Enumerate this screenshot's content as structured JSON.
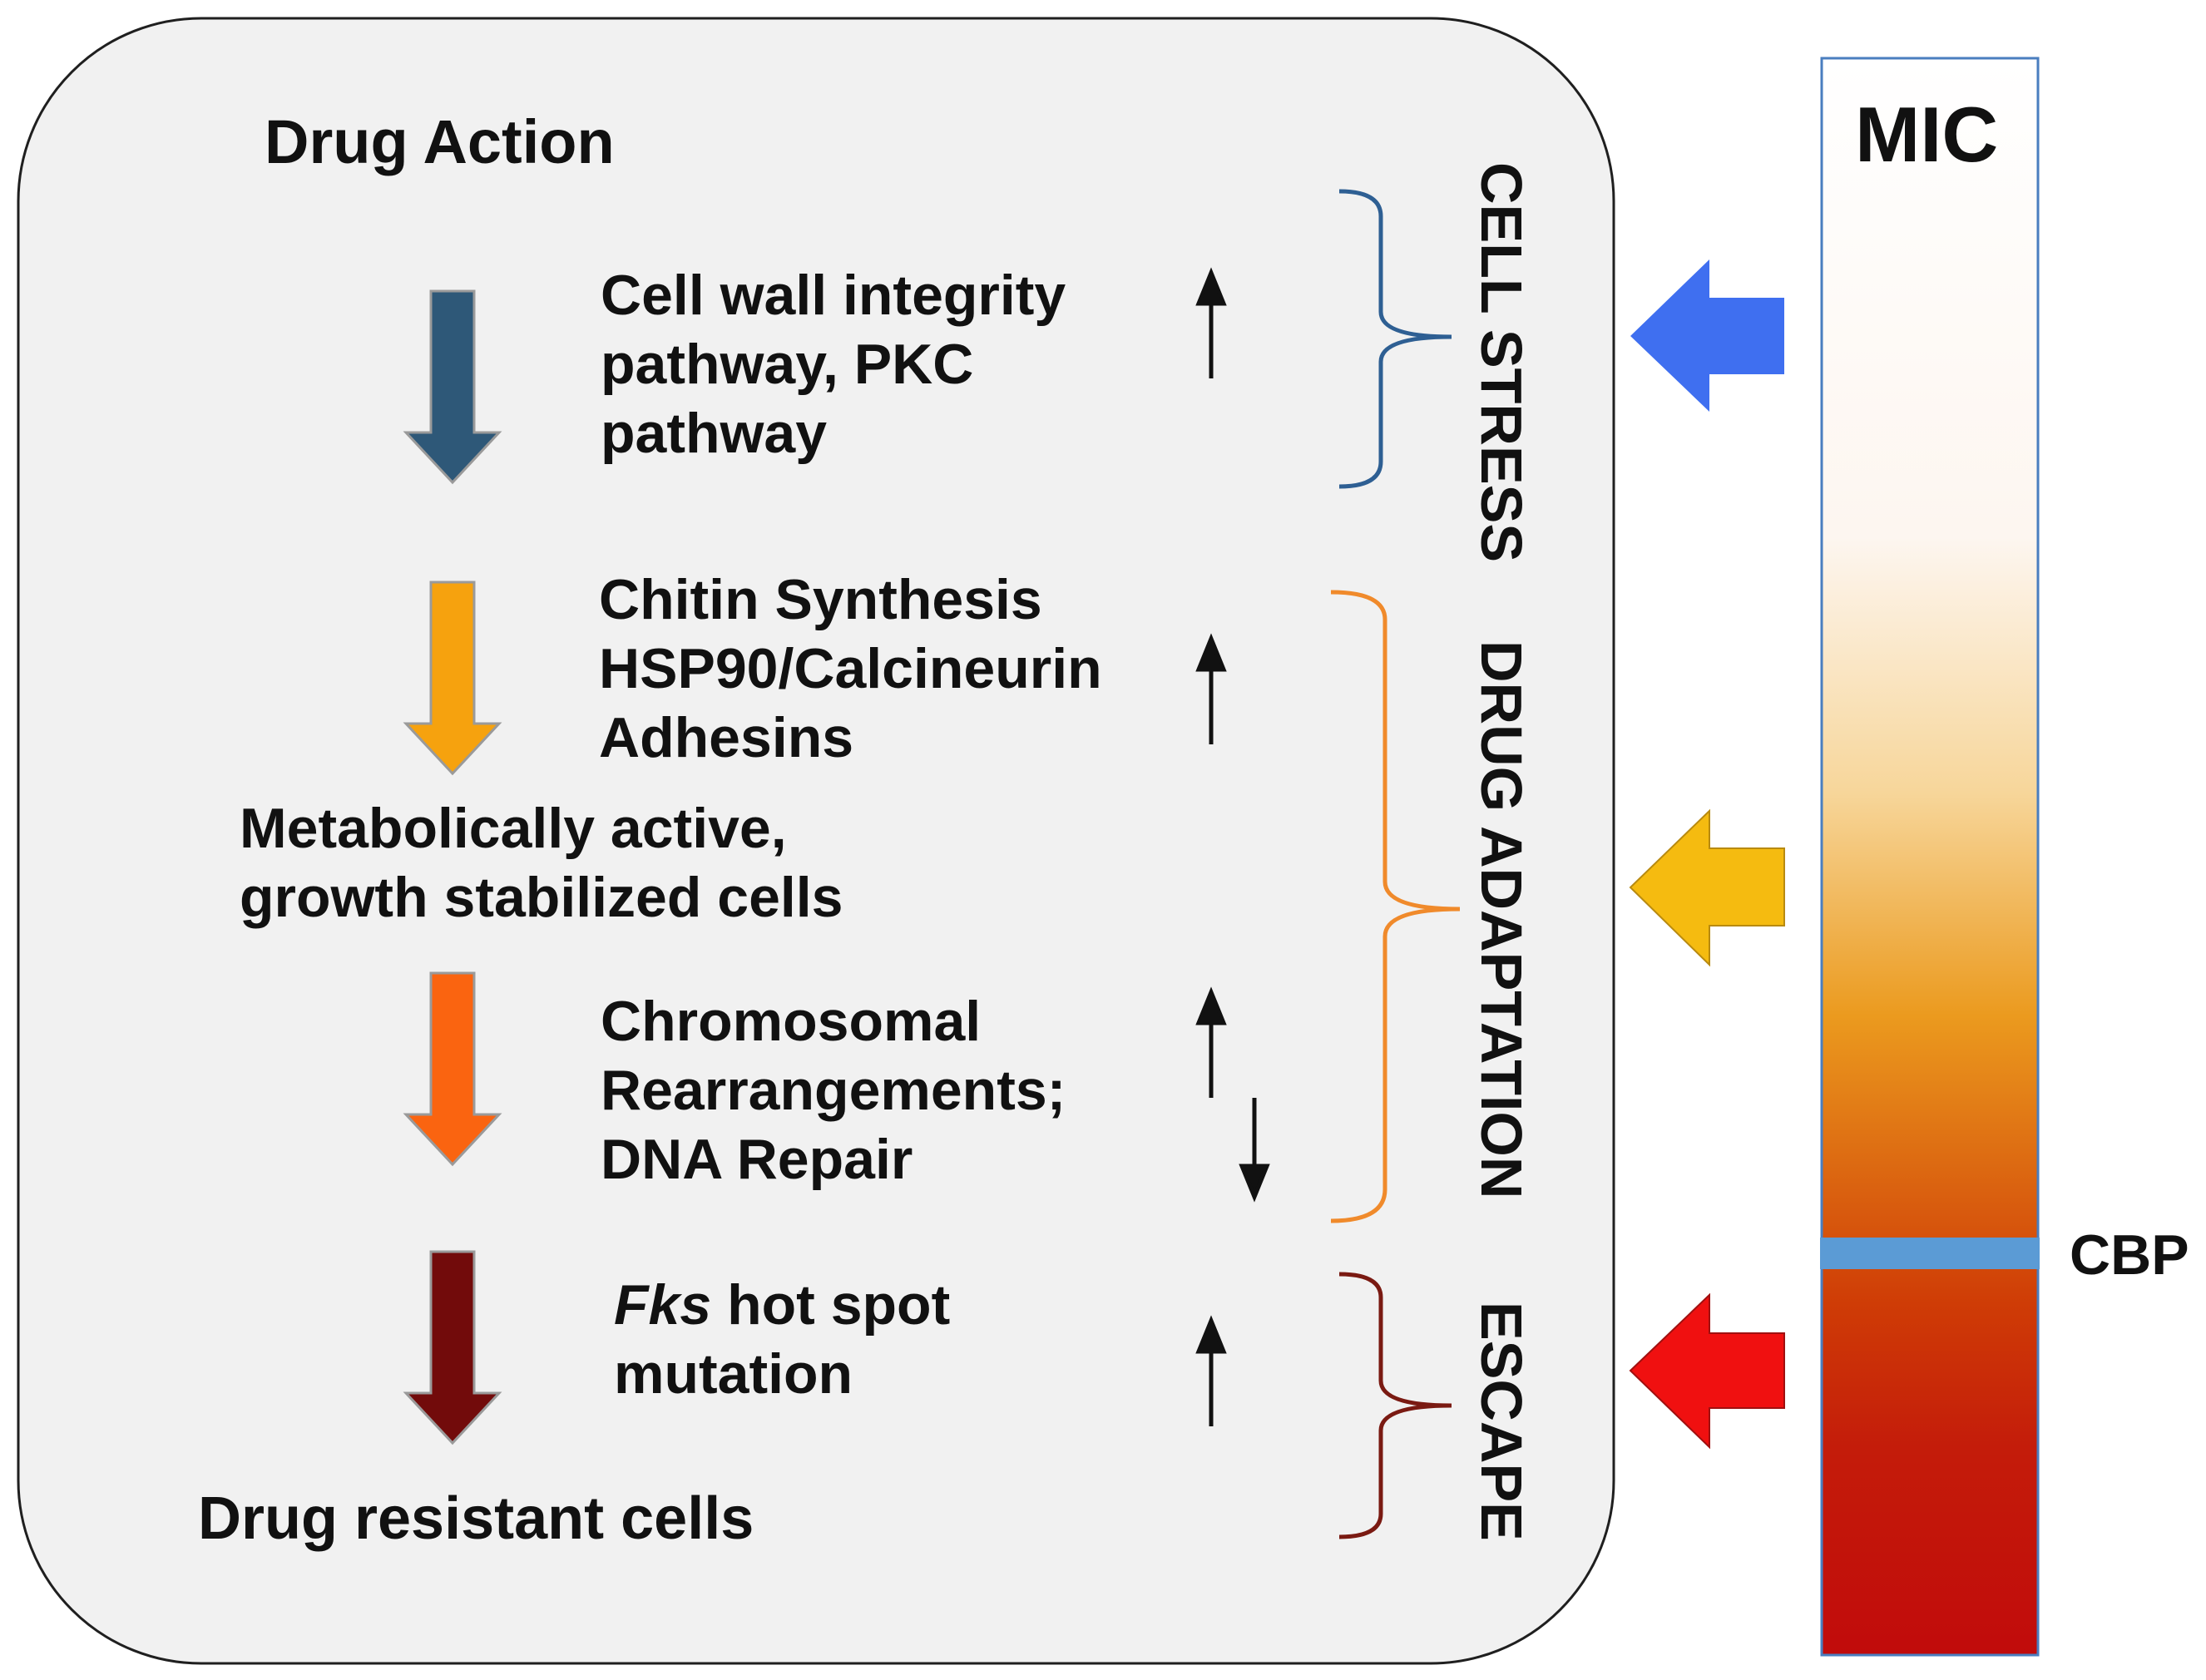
{
  "title": "Drug Action",
  "steps": [
    {
      "lines": [
        "Cell wall integrity",
        "pathway, PKC",
        "pathway"
      ],
      "color": "#2e5878",
      "change": "up"
    },
    {
      "lines": [
        "Chitin Synthesis",
        "HSP90/Calcineurin",
        "Adhesins"
      ],
      "color": "#f6a20e",
      "change": "up"
    },
    {
      "lines": [
        "Chromosomal",
        "Rearrangements;",
        "DNA Repair"
      ],
      "color": "#fa6410",
      "change": "up/down"
    },
    {
      "italic_word": "Fks",
      "line1_rest": " hot spot",
      "line2": "mutation",
      "color": "#720b0b",
      "change": "up"
    }
  ],
  "intermediate": {
    "line1": "Metabolically active,",
    "line2": "growth stabilized cells"
  },
  "outcome": "Drug resistant cells",
  "stages": [
    {
      "label": "CELL STRESS",
      "color": "#2e5f93",
      "arrow_color": "#3f6ff0"
    },
    {
      "label": "DRUG ADAPTATION",
      "color": "#f08a2b",
      "arrow_color": "#f5bb10"
    },
    {
      "label": "ESCAPE",
      "color": "#7a1a12",
      "arrow_color": "#f01010"
    }
  ],
  "scale": {
    "top_label": "MIC",
    "marker_label": "CBP",
    "marker_color": "#5b9bd5"
  }
}
